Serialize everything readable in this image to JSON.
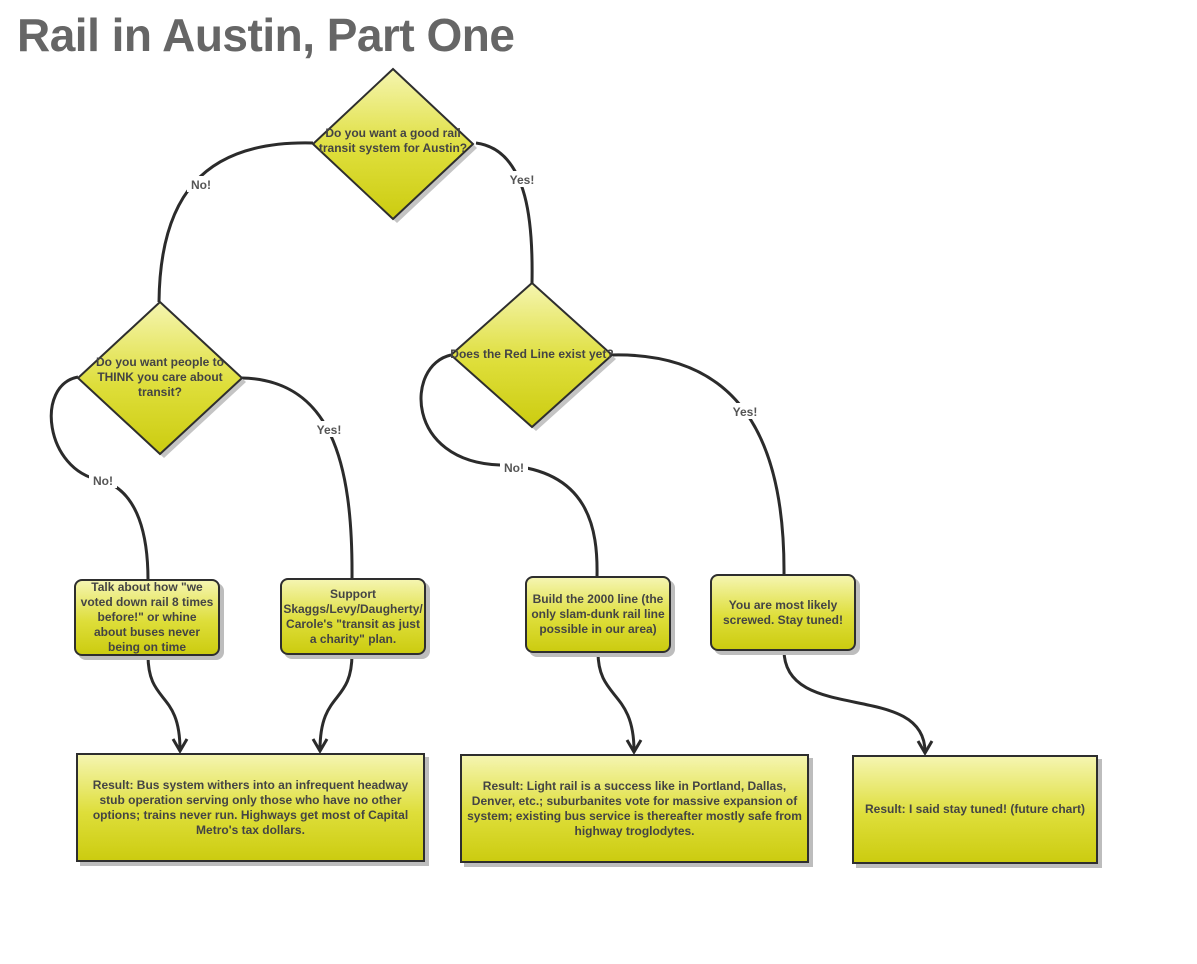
{
  "title": "Rail in Austin, Part One",
  "colors": {
    "fill_top": "#f5f5b0",
    "fill_bottom": "#cccc10",
    "border": "#2e2e2e",
    "text": "#444444"
  },
  "decisions": {
    "q1": "Do you want a good rail transit system for Austin?",
    "q2": "Do you want people to THINK you care about transit?",
    "q3": "Does the Red Line exist yet?"
  },
  "actions": {
    "a1": "Talk about how \"we voted down rail 8 times before!\" or whine about buses never being on time",
    "a2": "Support Skaggs/Levy/Daugherty/ Carole's \"transit as just a charity\" plan.",
    "a3": "Build the 2000 line (the only slam-dunk rail line possible in our area)",
    "a4": "You are most likely screwed. Stay tuned!"
  },
  "results": {
    "r1": "Result: Bus system withers into an infrequent headway stub operation serving only those who have no other options; trains never run. Highways get most of Capital Metro's tax dollars.",
    "r2": "Result: Light rail is a success like in Portland, Dallas, Denver, etc.; suburbanites vote for massive expansion of system; existing bus service is thereafter mostly safe from highway troglodytes.",
    "r3": "Result: I said stay tuned! (future chart)"
  },
  "edges": {
    "q1_no": "No!",
    "q1_yes": "Yes!",
    "q2_no": "No!",
    "q2_yes": "Yes!",
    "q3_no": "No!",
    "q3_yes": "Yes!"
  }
}
